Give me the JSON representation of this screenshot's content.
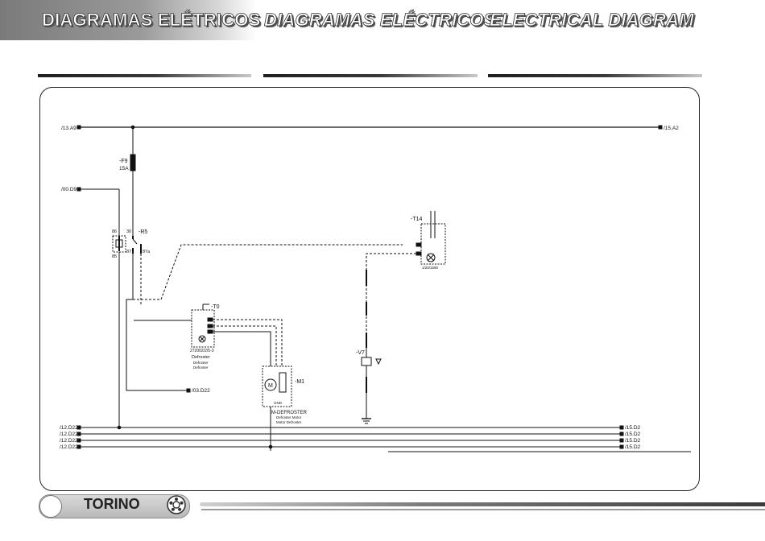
{
  "header": {
    "title_pt": "DIAGRAMAS ELÉTRICOS",
    "title_es": "DIAGRAMAS ELÉCTRICOS",
    "title_en": "ELECTRICAL DIAGRAM"
  },
  "footer": {
    "brand": "TORINO"
  },
  "diagram": {
    "refs": {
      "r13a9": "/13.A9",
      "r15a2": "/15.A2",
      "r00d9": "/00.D9",
      "r12d22a": "/12.D22",
      "r12d22b": "/12.D22",
      "r12d22c": "/12.D22",
      "r12d22d": "/12.D22",
      "r15d2a": "/15.D2",
      "r15d2b": "/15.D2",
      "r15d2c": "/15.D2",
      "r15d2d": "/15.D2",
      "r03d22": "/03.D22"
    },
    "components": {
      "f9_name": "-F9",
      "f9_rating": "15A",
      "r5_name": "-R5",
      "r5_pin30": "30",
      "r5_pin85": "85",
      "r5_pin86": "86",
      "r5_pin87": "87",
      "r5_pin87a": "87a",
      "t0_name": "-T0",
      "t0_part": "272002/2/5-3",
      "t0_desc1": "Defroster",
      "t0_desc2": "Defroster",
      "t0_desc3": "Defroster",
      "t14_name": "-T14",
      "t14_part": "1/20/1590",
      "m1_name": "-M1",
      "m1_symbol": "M",
      "m1_gnd": "GND",
      "m1_desc1": "M-DEFROSTER",
      "m1_desc2": "Defroster Motor",
      "m1_desc3": "Motor Defroster",
      "v7_name": "-V7"
    }
  }
}
